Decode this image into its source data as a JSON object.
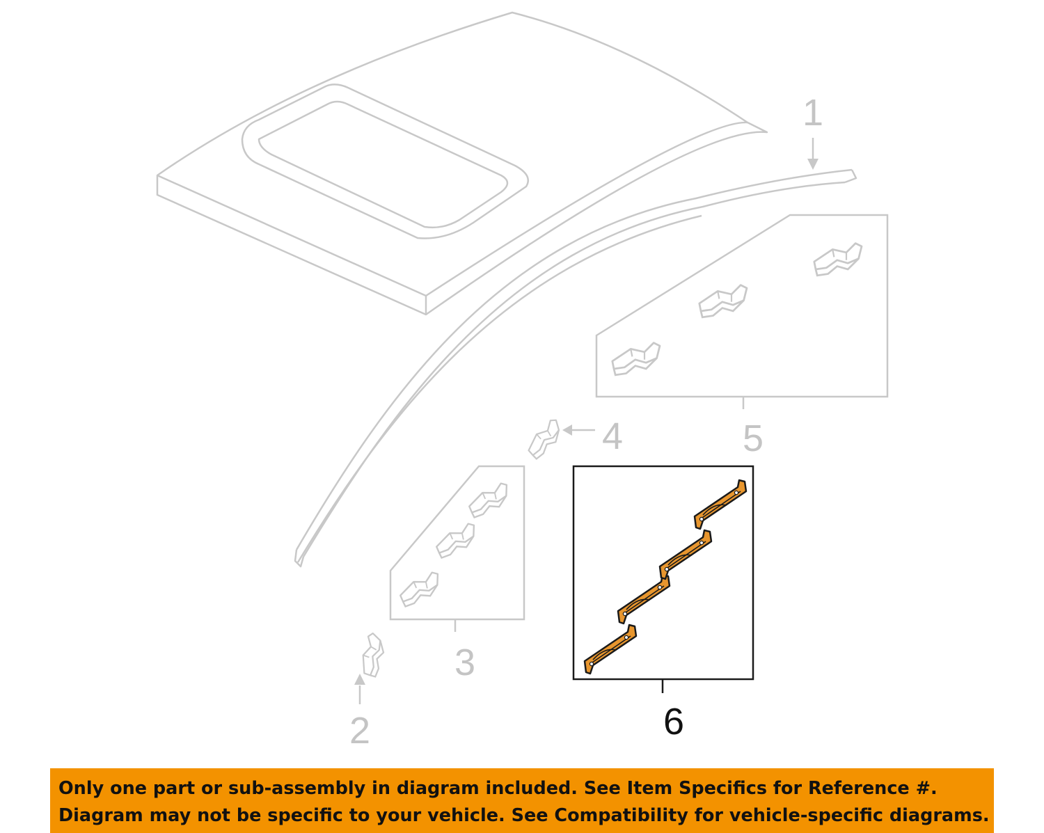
{
  "diagram": {
    "callouts": [
      {
        "number": "1",
        "state": "dim"
      },
      {
        "number": "2",
        "state": "dim"
      },
      {
        "number": "3",
        "state": "dim"
      },
      {
        "number": "4",
        "state": "dim"
      },
      {
        "number": "5",
        "state": "dim"
      },
      {
        "number": "6",
        "state": "highlighted"
      }
    ],
    "colors": {
      "outline_dim": "#c8c8c8",
      "part_highlight": "#e8962e",
      "part_outline": "#1a1a1a"
    }
  },
  "notice": {
    "line1": "Only one part or sub-assembly in diagram included. See Item Specifics for Reference #.",
    "line2": "Diagram may not be specific to your vehicle. See Compatibility for vehicle-specific diagrams.",
    "background": "#f39200"
  }
}
